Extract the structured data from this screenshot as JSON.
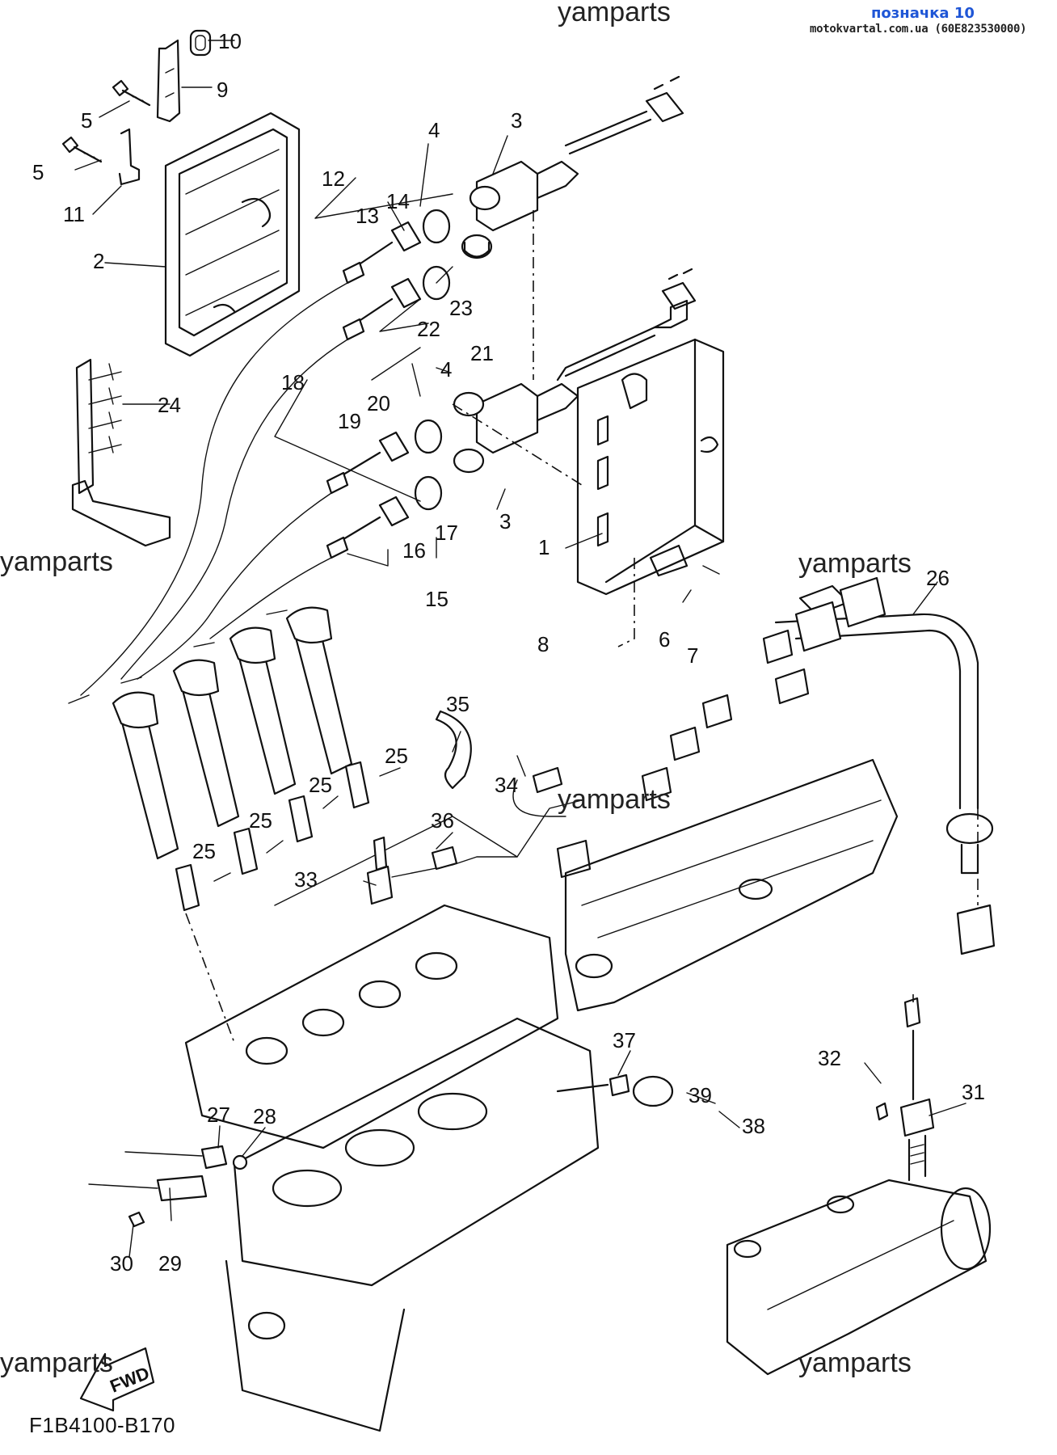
{
  "header": {
    "link_text": "позначка 10",
    "source_text": "motokvartal.com.ua (60E823530000)",
    "link_color": "#1f56d6"
  },
  "watermark": "yamparts",
  "diagram_code": "F1B4100-B170",
  "fwd_label": "FWD",
  "callouts": {
    "p1": "1",
    "p2": "2",
    "p3a": "3",
    "p3b": "3",
    "p4a": "4",
    "p4b": "4",
    "p5a": "5",
    "p5b": "5",
    "p6": "6",
    "p7": "7",
    "p8": "8",
    "p9": "9",
    "p10": "10",
    "p11": "11",
    "p12": "12",
    "p13": "13",
    "p14": "14",
    "p15": "15",
    "p16": "16",
    "p17": "17",
    "p18": "18",
    "p19": "19",
    "p20": "20",
    "p21": "21",
    "p22": "22",
    "p23": "23",
    "p24": "24",
    "p25a": "25",
    "p25b": "25",
    "p25c": "25",
    "p25d": "25",
    "p26": "26",
    "p27": "27",
    "p28": "28",
    "p29": "29",
    "p30": "30",
    "p31": "31",
    "p32": "32",
    "p33": "33",
    "p34": "34",
    "p35": "35",
    "p36": "36",
    "p37": "37",
    "p38": "38",
    "p39": "39"
  }
}
